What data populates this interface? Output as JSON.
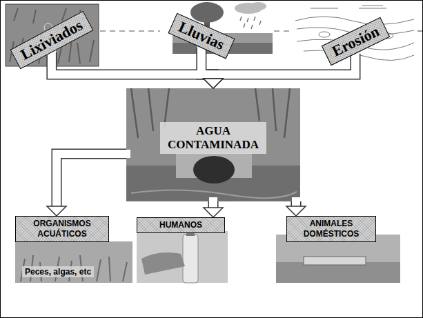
{
  "diagram": {
    "nodes": [
      {
        "text": [
          "Lixiviados"
        ]
      },
      {
        "text": [
          "Lluvias"
        ]
      },
      {
        "text": [
          "Erosión"
        ]
      },
      {
        "text": [
          "AGUA CONTAMINADA"
        ]
      },
      {
        "text": [
          "ORGANISMOS ACUÁTICOS",
          "Peces, algas, etc"
        ]
      },
      {
        "text": [
          "HUMANOS"
        ]
      },
      {
        "text": [
          "ANIMALES DOMÉSTICOS"
        ]
      }
    ],
    "edges": [
      {
        "from": 0,
        "to": 3,
        "arrow": "to"
      },
      {
        "from": 1,
        "to": 3,
        "arrow": "to"
      },
      {
        "from": 2,
        "to": 3,
        "arrow": "to"
      },
      {
        "from": 3,
        "to": 4,
        "arrow": "to"
      },
      {
        "from": 3,
        "to": 5,
        "arrow": "to"
      },
      {
        "from": 3,
        "to": 6,
        "arrow": "to"
      }
    ]
  }
}
